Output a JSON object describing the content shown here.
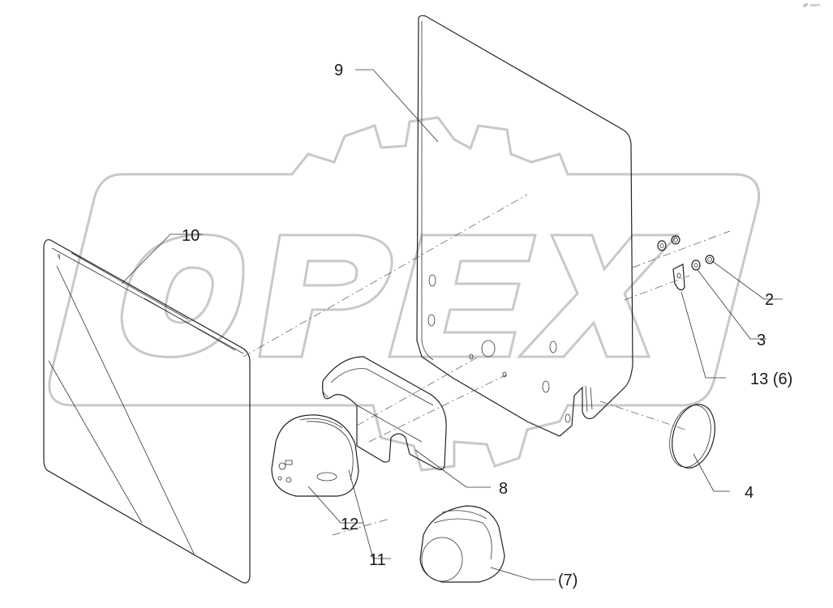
{
  "corner_mark": "ᵍᴾ ᵒᵐᵐ",
  "watermark": "OPEX",
  "callouts": [
    {
      "id": "c9",
      "label": "9"
    },
    {
      "id": "c10",
      "label": "10"
    },
    {
      "id": "c2",
      "label": "2"
    },
    {
      "id": "c3",
      "label": "3"
    },
    {
      "id": "c13",
      "label": "13 (6)"
    },
    {
      "id": "c8",
      "label": "8"
    },
    {
      "id": "c4",
      "label": "4"
    },
    {
      "id": "c12",
      "label": "12"
    },
    {
      "id": "c11",
      "label": "11"
    },
    {
      "id": "c7",
      "label": "(7)"
    }
  ]
}
